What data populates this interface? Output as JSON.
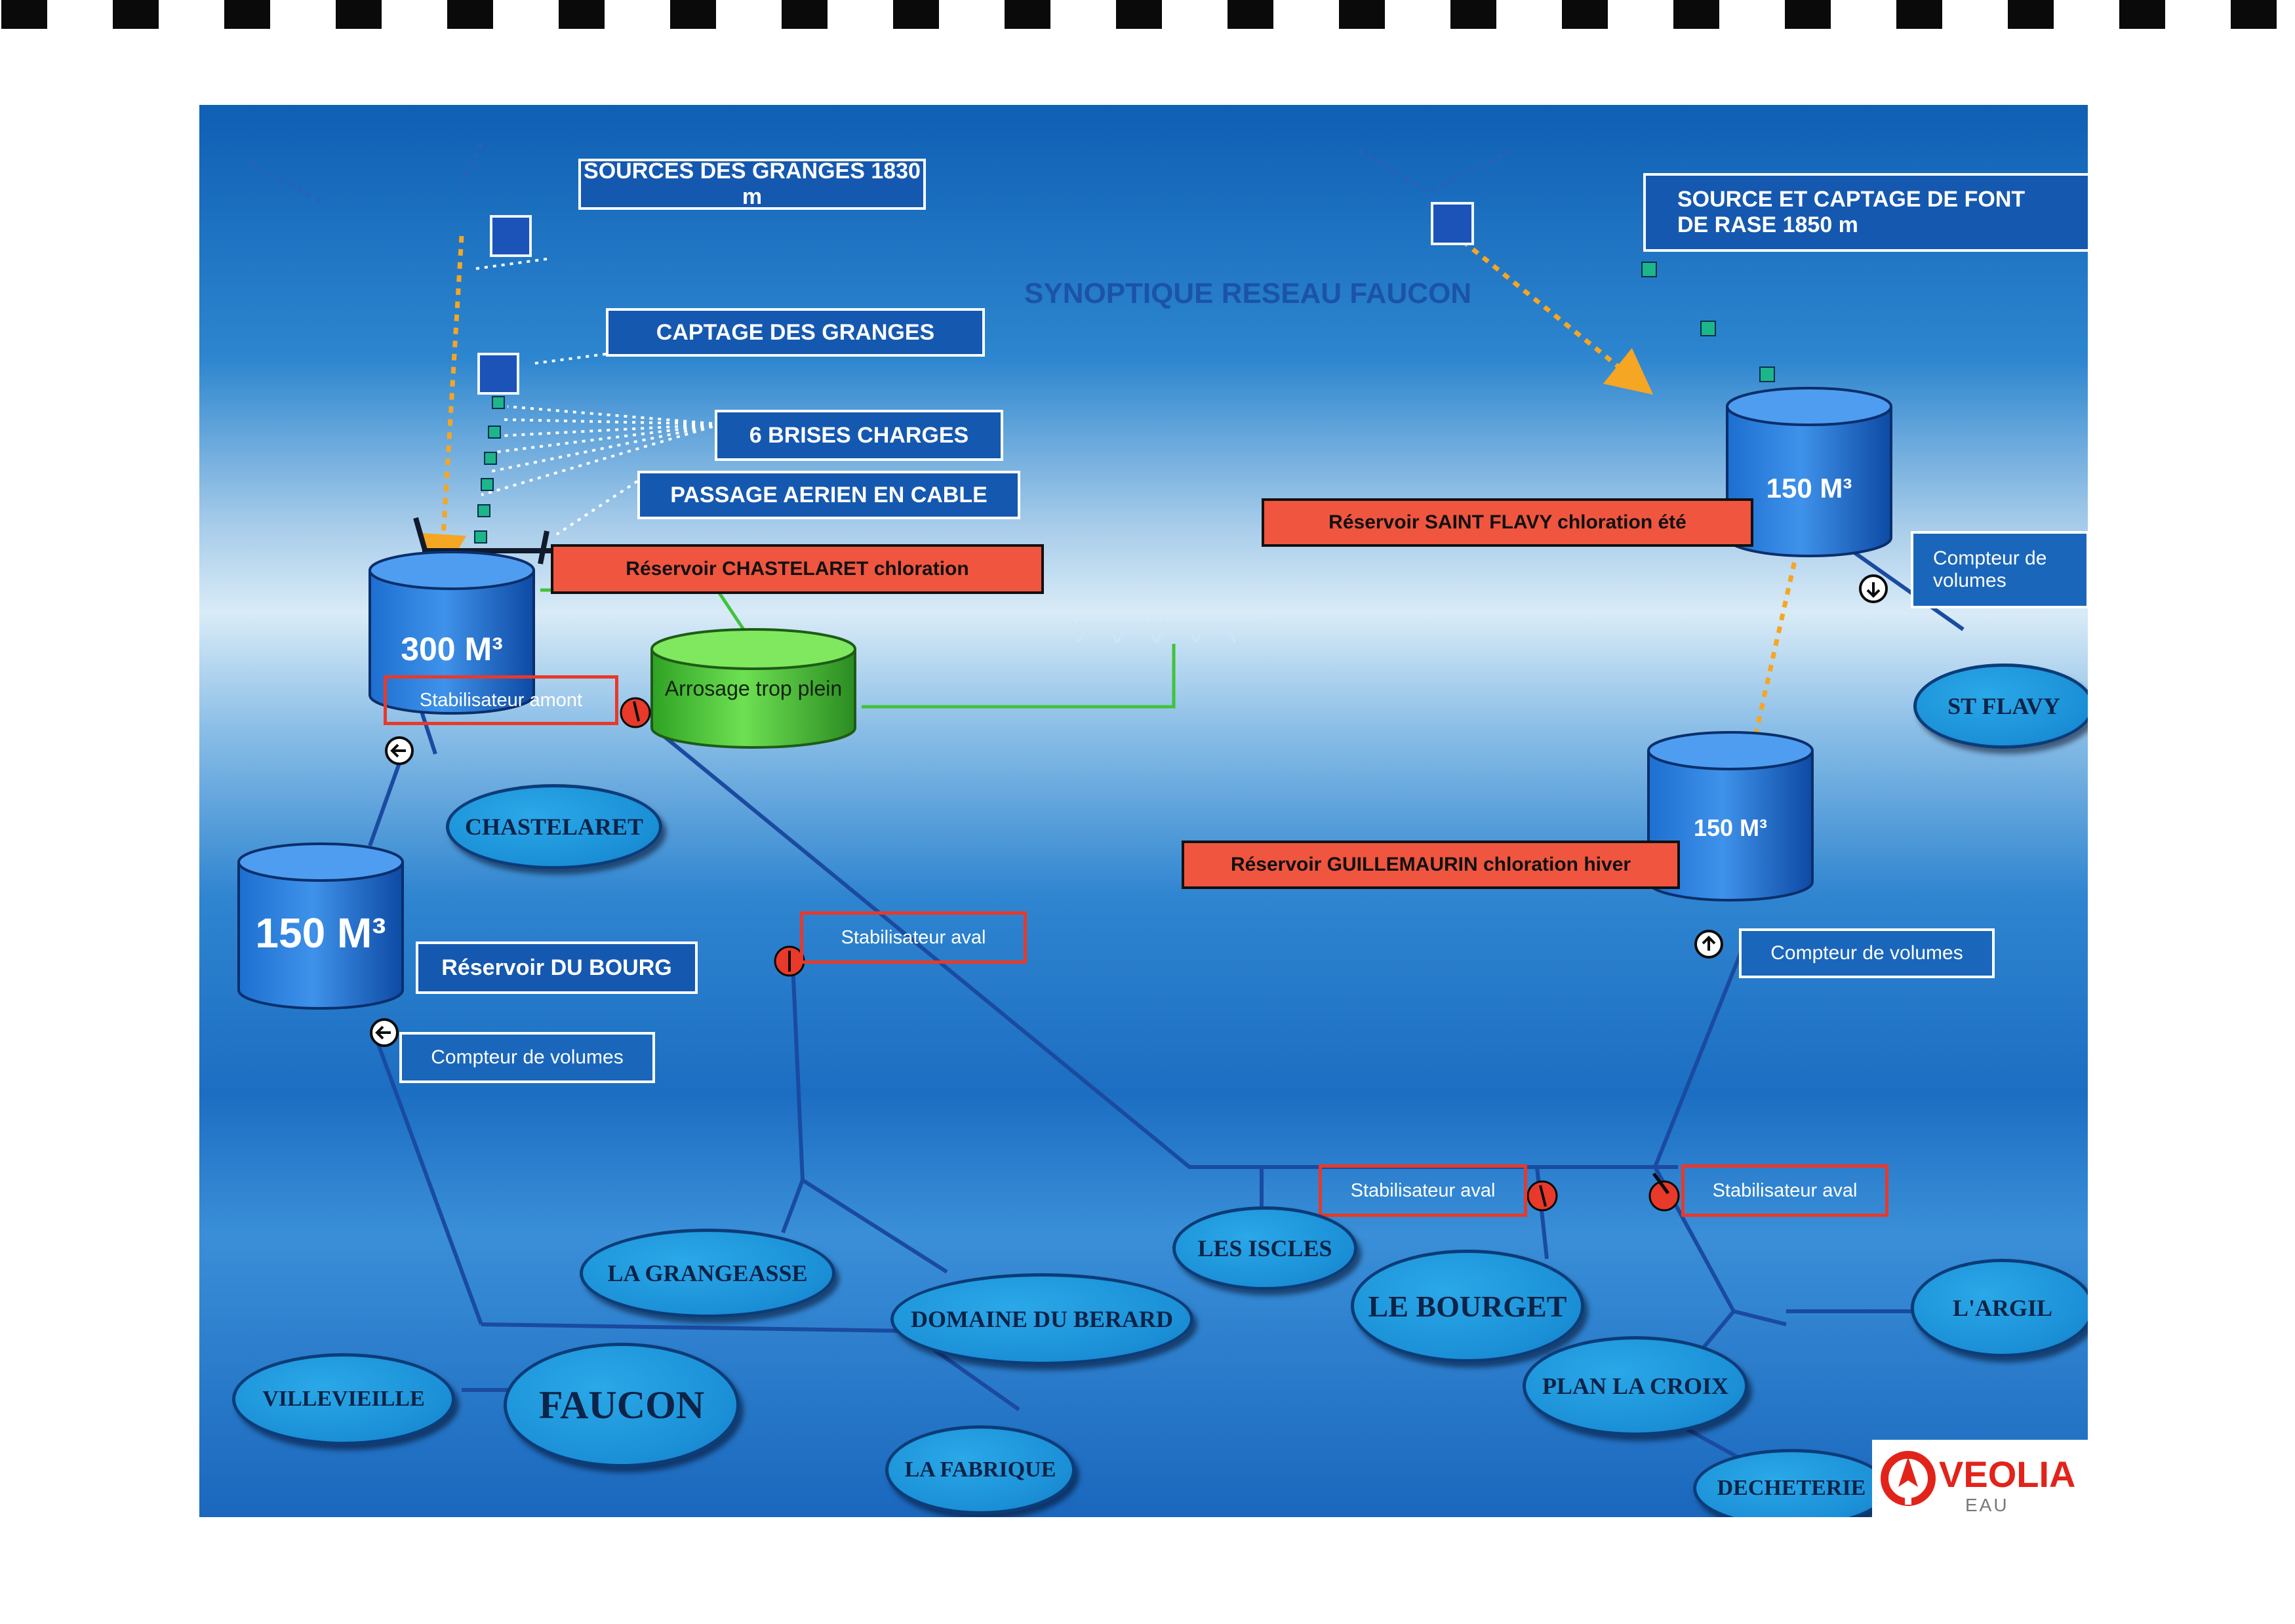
{
  "title": "SYNOPTIQUE  RESEAU FAUCON",
  "sources": {
    "granges": "SOURCES DES GRANGES 1830 m",
    "font_rase": "SOURCE ET CAPTAGE  DE FONT\nDE RASE 1850 m"
  },
  "labels": {
    "captage": "CAPTAGE DES GRANGES",
    "brises": "6 BRISES CHARGES",
    "passage": "PASSAGE AERIEN EN CABLE",
    "res_chastelaret": "Réservoir CHASTELARET chloration",
    "res_saint_flavy": "Réservoir SAINT FLAVY chloration été",
    "res_guillemaurin": "Réservoir GUILLEMAURIN chloration hiver",
    "res_bourg": "Réservoir DU BOURG",
    "stab_amont": "Stabilisateur amont",
    "stab_aval_1": "Stabilisateur aval",
    "stab_aval_2": "Stabilisateur aval",
    "stab_aval_3": "Stabilisateur aval",
    "compteur_bourg": "Compteur de volumes",
    "compteur_flavy": "Compteur de\nvolumes",
    "compteur_guillemaurin": "Compteur de volumes",
    "arrosage": "Arrosage trop plein"
  },
  "tanks": {
    "chastelaret": {
      "capacity": "300 M³"
    },
    "bourg": {
      "capacity": "150 M³"
    },
    "saint_flavy": {
      "capacity": "150 M³"
    },
    "guillemaurin": {
      "capacity": "150 M³"
    }
  },
  "places": {
    "chastelaret": "CHASTELARET",
    "st_flavy": "ST FLAVY",
    "la_grangeasse": "LA GRANGEASSE",
    "domaine_du_berard": "DOMAINE DU BERARD",
    "les_iscles": "LES ISCLES",
    "le_bourget": "LE BOURGET",
    "l_argil": "L'ARGIL",
    "villevieille": "VILLEVIEILLE",
    "faucon": "FAUCON",
    "la_fabrique": "LA FABRIQUE",
    "plan_la_croix": "PLAN LA CROIX",
    "decheterie": "DECHETERIE"
  },
  "logo": {
    "name": "VEOLIA",
    "sub": "EAU"
  },
  "colors": {
    "accent_blue": "#1558b0",
    "alert_red": "#f0553f",
    "arrow_orange": "#f5a623",
    "tank_green": "#48c83a",
    "brand_red": "#e2231a"
  }
}
